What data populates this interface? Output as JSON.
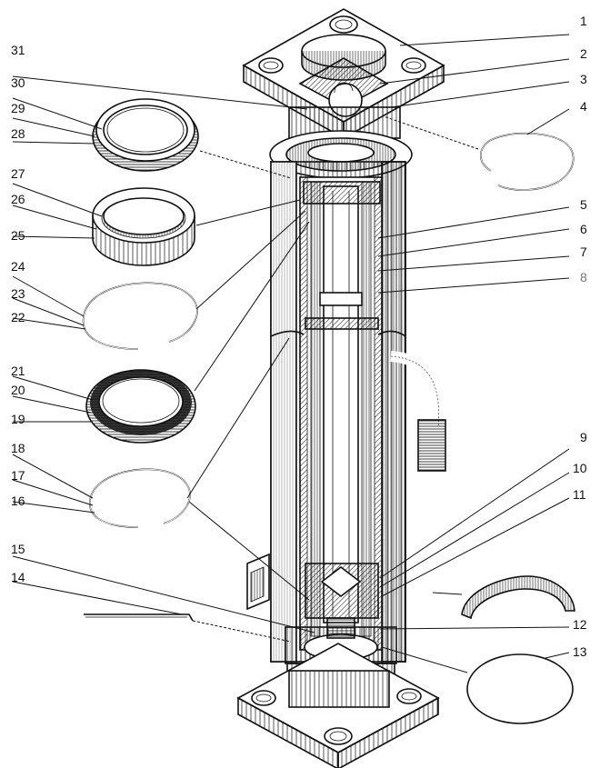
{
  "callouts": [
    {
      "id": "1",
      "text": "1"
    },
    {
      "id": "2",
      "text": "2"
    },
    {
      "id": "3",
      "text": "3"
    },
    {
      "id": "4",
      "text": "4"
    },
    {
      "id": "5",
      "text": "5"
    },
    {
      "id": "6",
      "text": "6"
    },
    {
      "id": "7",
      "text": "7"
    },
    {
      "id": "8",
      "text": "8"
    },
    {
      "id": "9",
      "text": "9"
    },
    {
      "id": "10",
      "text": "10"
    },
    {
      "id": "11",
      "text": "11"
    },
    {
      "id": "12",
      "text": "12"
    },
    {
      "id": "13",
      "text": "13"
    },
    {
      "id": "14",
      "text": "14"
    },
    {
      "id": "15",
      "text": "15"
    },
    {
      "id": "16",
      "text": "16"
    },
    {
      "id": "17",
      "text": "17"
    },
    {
      "id": "18",
      "text": "18"
    },
    {
      "id": "19",
      "text": "19"
    },
    {
      "id": "20",
      "text": "20"
    },
    {
      "id": "21",
      "text": "21"
    },
    {
      "id": "22",
      "text": "22"
    },
    {
      "id": "23",
      "text": "23"
    },
    {
      "id": "24",
      "text": "24"
    },
    {
      "id": "25",
      "text": "25"
    },
    {
      "id": "26",
      "text": "26"
    },
    {
      "id": "27",
      "text": "27"
    },
    {
      "id": "28",
      "text": "28"
    },
    {
      "id": "29",
      "text": "29"
    },
    {
      "id": "30",
      "text": "30"
    },
    {
      "id": "31",
      "text": "31"
    }
  ],
  "colors": {
    "ink": "#111111",
    "label_gray": "#777777",
    "background": "#ffffff"
  }
}
